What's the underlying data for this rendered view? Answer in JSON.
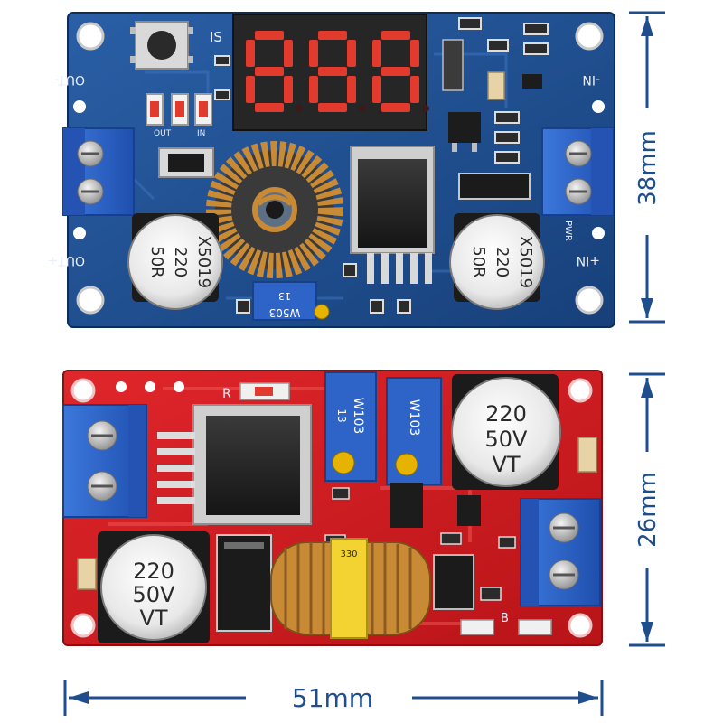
{
  "blue_board": {
    "labels": {
      "out_minus": "OUT-",
      "out_plus": "OUT+",
      "in_minus": "-IN",
      "in_plus": "+IN",
      "is": "IS",
      "out": "OUT",
      "in": "IN",
      "pwr": "PWR",
      "pot_marking": "W503",
      "pot_number": "13"
    },
    "display_digits": [
      "8",
      "8",
      "8"
    ],
    "capacitor_left": [
      "X5019",
      "220",
      "50R"
    ],
    "capacitor_right": [
      "X5019",
      "220",
      "50R"
    ]
  },
  "red_board": {
    "labels": {
      "r": "R",
      "b": "B"
    },
    "capacitor_top": [
      "220",
      "50V",
      "VT"
    ],
    "capacitor_bottom": [
      "220",
      "50V",
      "VT"
    ],
    "pot_left": [
      "W103",
      "13"
    ],
    "pot_right": [
      "W103"
    ],
    "inductor_marking": "330"
  },
  "dimensions": {
    "blue_height": "38mm",
    "red_height": "26mm",
    "width": "51mm"
  },
  "colors": {
    "blue_pcb": "#1f4f8f",
    "red_pcb": "#d81a1f",
    "dimension": "#1f4e8c",
    "terminal": "#2e63c8",
    "led_red": "#e23a2c",
    "copper": "#c98a36"
  }
}
